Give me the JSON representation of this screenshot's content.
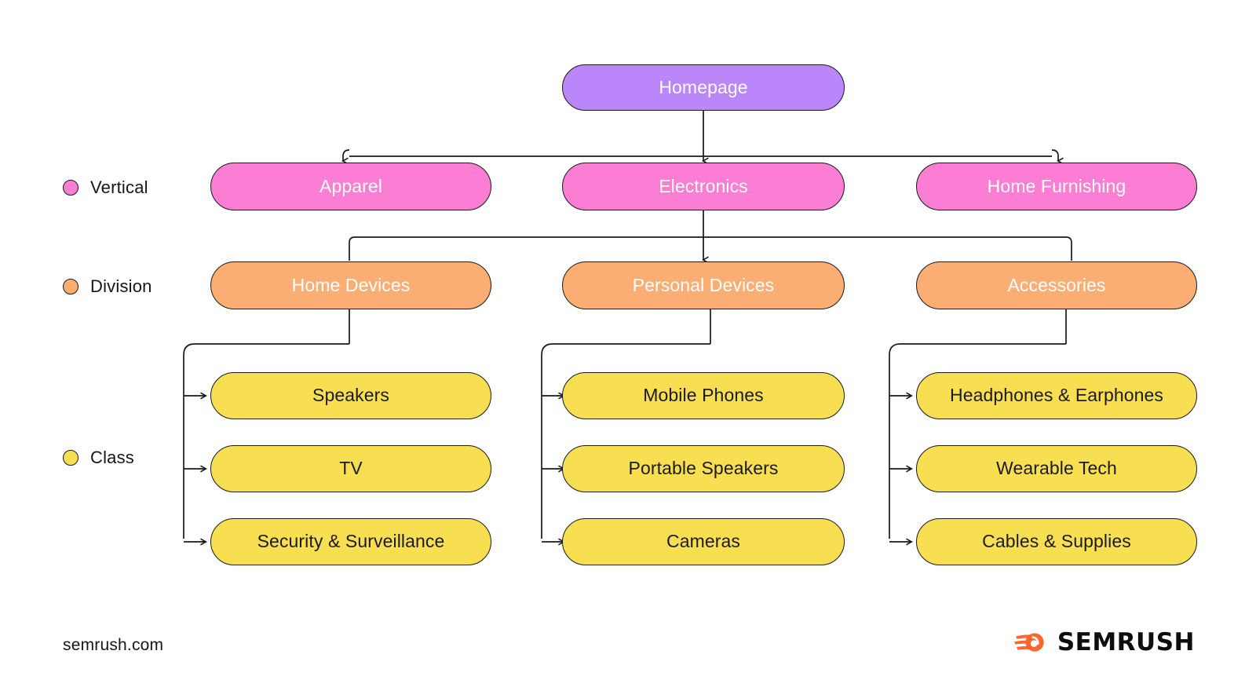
{
  "diagram": {
    "title_node": {
      "label": "Homepage",
      "color": "#bb86fa",
      "text_color": "#ffffff"
    },
    "legend": [
      {
        "label": "Vertical",
        "color": "#fb7dd4",
        "dot": "pink-dot-icon"
      },
      {
        "label": "Division",
        "color": "#fbae73",
        "dot": "orange-dot-icon"
      },
      {
        "label": "Class",
        "color": "#f8df52",
        "dot": "yellow-dot-icon"
      }
    ],
    "rows": {
      "vertical": [
        {
          "label": "Apparel"
        },
        {
          "label": "Electronics"
        },
        {
          "label": "Home Furnishing"
        }
      ],
      "division": [
        {
          "label": "Home Devices"
        },
        {
          "label": "Personal Devices"
        },
        {
          "label": "Accessories"
        }
      ],
      "class": [
        {
          "label": "Speakers"
        },
        {
          "label": "TV"
        },
        {
          "label": "Security & Surveillance"
        },
        {
          "label": "Mobile Phones"
        },
        {
          "label": "Portable Speakers"
        },
        {
          "label": "Cameras"
        },
        {
          "label": "Headphones & Earphones"
        },
        {
          "label": "Wearable Tech"
        },
        {
          "label": "Cables & Supplies"
        }
      ]
    }
  },
  "footer": {
    "url": "semrush.com",
    "brand": "SEMRUSH",
    "brand_color": "#ff642d"
  }
}
